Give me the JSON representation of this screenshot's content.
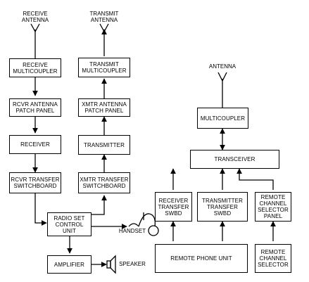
{
  "labels": {
    "receive_antenna": "RECEIVE\nANTENNA",
    "transmit_antenna": "TRANSMIT\nANTENNA",
    "antenna": "ANTENNA",
    "handset": "HANDSET",
    "speaker": "SPEAKER"
  },
  "boxes": {
    "receive_multicoupler": "RECEIVE\nMULTICOUPLER",
    "transmit_multicoupler": "TRANSMIT\nMULTICOUPLER",
    "rcvr_patch_panel": "RCVR ANTENNA\nPATCH PANEL",
    "xmtr_patch_panel": "XMTR ANTENNA\nPATCH PANEL",
    "receiver": "RECEIVER",
    "transmitter": "TRANSMITTER",
    "rcvr_transfer_switchboard": "RCVR TRANSFER\nSWITCHBOARD",
    "xmtr_transfer_switchboard": "XMTR TRANSFER\nSWITCHBOARD",
    "radio_set_control_unit": "RADIO SET\nCONTROL\nUNIT",
    "amplifier": "AMPLIFIER",
    "multicoupler": "MULTICOUPLER",
    "transceiver": "TRANSCEIVER",
    "receiver_transfer_swbd": "RECEIVER\nTRANSFER\nSWBD",
    "transmitter_transfer_swbd": "TRANSMITTER\nTRANSFER\nSWBD",
    "remote_channel_selector_panel": "REMOTE\nCHANNEL\nSELECTOR\nPANEL",
    "remote_phone_unit": "REMOTE PHONE UNIT",
    "remote_channel_selector": "REMOTE\nCHANNEL\nSELECTOR"
  }
}
